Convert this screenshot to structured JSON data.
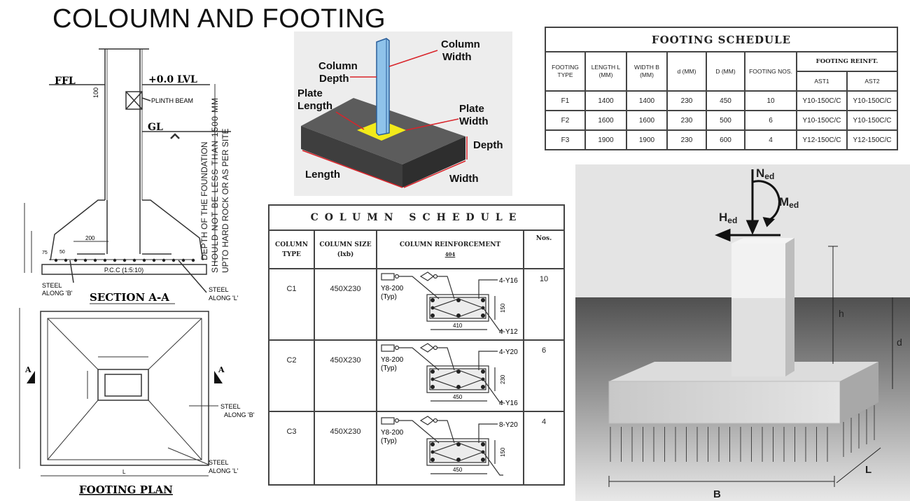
{
  "title": "COLOUMN AND FOOTING",
  "section": {
    "ffl": "FFL",
    "dim_100": "100",
    "level": "+0.0 LVL",
    "plinth_beam": "PLINTH BEAM",
    "gl": "GL",
    "dim_200": "200",
    "dim_75": "75",
    "dim_50": "50",
    "pcc": "P.C.C (1:5:10)",
    "steel_b_1": "STEEL",
    "steel_b_2": "ALONG 'B'",
    "steel_l_1": "STEEL",
    "steel_l_2": "ALONG 'L'",
    "note_1": "DEPTH OF THE FOUNDATION",
    "note_2": "SHOULD NOT BE LESS THAN 1500 MM",
    "note_3": "UPTO HARD ROCK OR AS PER SITE",
    "caption": "SECTION A-A"
  },
  "plan": {
    "marker_a": "A",
    "steel_b_1": "STEEL",
    "steel_b_2": "ALONG 'B'",
    "steel_l_1": "STEEL",
    "steel_l_2": "ALONG 'L'",
    "dim_l": "L",
    "caption": "FOOTING PLAN"
  },
  "column3d": {
    "column_width": [
      "Column",
      "Width"
    ],
    "column_depth": [
      "Column",
      "Depth"
    ],
    "plate_length": [
      "Plate",
      "Length"
    ],
    "plate_width": [
      "Plate",
      "Width"
    ],
    "depth": "Depth",
    "length": "Length",
    "width": "Width"
  },
  "footing_schedule": {
    "title": "FOOTING SCHEDULE",
    "headers": [
      "FOOTING TYPE",
      "LENGTH L (MM)",
      "WIDTH B (MM)",
      "d (MM)",
      "D (MM)",
      "FOOTING NOS.",
      "FOOTING REINFT.",
      "AST1",
      "AST2"
    ],
    "rows": [
      [
        "F1",
        "1400",
        "1400",
        "230",
        "450",
        "10",
        "Y10-150C/C",
        "Y10-150C/C"
      ],
      [
        "F2",
        "1600",
        "1600",
        "230",
        "500",
        "6",
        "Y10-150C/C",
        "Y10-150C/C"
      ],
      [
        "F3",
        "1900",
        "1900",
        "230",
        "600",
        "4",
        "Y12-150C/C",
        "Y12-150C/C"
      ]
    ]
  },
  "column_schedule": {
    "title": "COLUMN SCHEDULE",
    "headers": [
      "COLUMN TYPE",
      "COLUMN SIZE (lxb)",
      "COLUMN REINFORCEMENT",
      "404",
      "Nos."
    ],
    "rows": [
      {
        "type": "C1",
        "size": "450X230",
        "ties": "Y8-200",
        "typ": "(Typ)",
        "bar_a": "4-Y16",
        "bar_b": "4-Y12",
        "dim_w": "410",
        "dim_h": "150",
        "nos": "10"
      },
      {
        "type": "C2",
        "size": "450X230",
        "ties": "Y8-200",
        "typ": "(Typ)",
        "bar_a": "4-Y20",
        "bar_b": "4-Y16",
        "dim_w": "450",
        "dim_h": "230",
        "nos": "6"
      },
      {
        "type": "C3",
        "size": "450X230",
        "ties": "Y8-200",
        "typ": "(Typ)",
        "bar_a": "8-Y20",
        "bar_b": "",
        "dim_w": "450",
        "dim_h": "150",
        "nos": "4"
      }
    ]
  },
  "footing3d": {
    "n": "N",
    "n_sub": "ed",
    "m": "M",
    "m_sub": "ed",
    "h_force": "H",
    "h_sub": "ed",
    "h": "h",
    "d": "d",
    "b": "B",
    "l": "L"
  },
  "colors": {
    "column_blue": "#8fc3ea",
    "plate_yellow": "#f2ea1a",
    "slab_gray": "#5a5a5a"
  }
}
